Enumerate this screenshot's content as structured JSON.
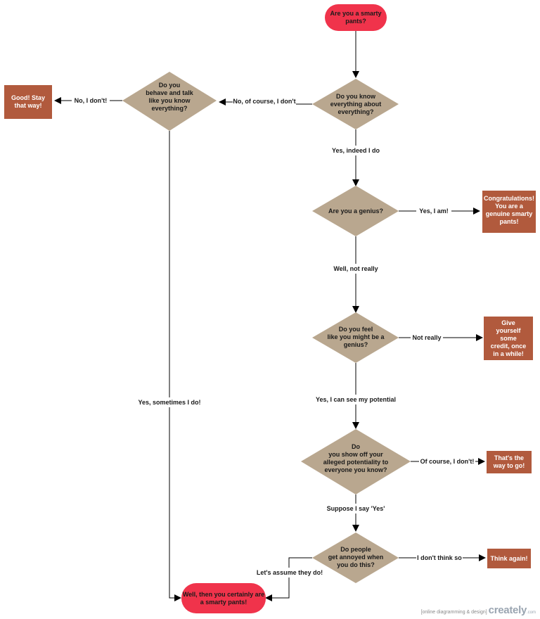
{
  "colors": {
    "terminal": "#f0334b",
    "decision": "#b9a78f",
    "outcome": "#b15a3d",
    "line": "#000000"
  },
  "nodes": {
    "start": {
      "lines": [
        "Are you a smarty",
        "pants?"
      ]
    },
    "know_everything": {
      "lines": [
        "Do you know",
        "everything  about",
        "everything?"
      ]
    },
    "behave_talk": {
      "lines": [
        "Do you",
        "behave and talk",
        "like you  know",
        "everything?"
      ]
    },
    "good_stay": {
      "lines": [
        "Good! Stay",
        "that way!"
      ]
    },
    "genius": {
      "lines": [
        "Are you a genius?"
      ]
    },
    "congrats": {
      "lines": [
        "Congratulations!",
        "You are a",
        "genuine smarty",
        "pants!"
      ]
    },
    "feel_genius": {
      "lines": [
        "Do you feel",
        "like you might  be a",
        "genius?"
      ]
    },
    "give_credit": {
      "lines": [
        "Give",
        "yourself",
        "some",
        "credit, once",
        "in a while!"
      ]
    },
    "show_off": {
      "lines": [
        "Do",
        "you show off your",
        "alleged potentiality  to",
        "everyone you know?"
      ]
    },
    "way_to_go": {
      "lines": [
        "That's the",
        "way to go!"
      ]
    },
    "annoyed": {
      "lines": [
        "Do people",
        "get annoyed  when",
        "you do this?"
      ]
    },
    "think_again": {
      "lines": [
        "Think again!"
      ]
    },
    "smarty_end": {
      "lines": [
        "Well, then you certainly are",
        "a smarty pants!"
      ]
    }
  },
  "edges": {
    "no_of_course": "No, of course, I don't",
    "no_i_dont": "No, I don't!",
    "yes_indeed": "Yes, indeed I do",
    "yes_i_am": "Yes, I am!",
    "well_not_really": "Well, not really",
    "not_really": "Not really",
    "yes_potential": "Yes, I can see my potential",
    "of_course_dont": "Of course, I don't!",
    "suppose_yes": "Suppose I say 'Yes'",
    "dont_think_so": "I don't think so",
    "lets_assume": "Let's assume they do!",
    "yes_sometimes": "Yes, sometimes I do!"
  },
  "watermark": {
    "tagline": "[online diagramming & design]",
    "brand": "creately",
    "domain": ".com"
  }
}
